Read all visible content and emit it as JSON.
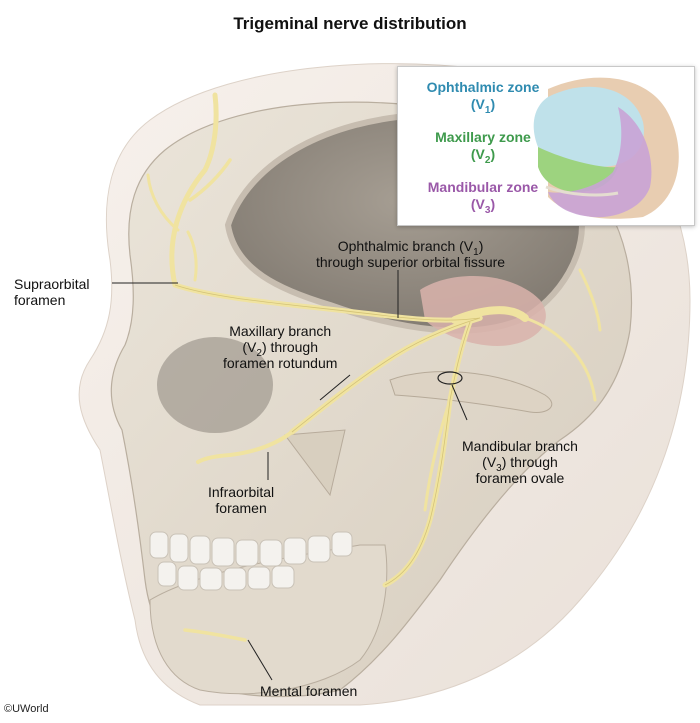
{
  "title": "Trigeminal nerve distribution",
  "colors": {
    "nerve": "#f0e3a0",
    "nerve_outline": "#c8b664",
    "bone": "#e4ddd2",
    "bone_shadow": "#c9bfb1",
    "ophthalmic": "#2f8bb0",
    "maxillary": "#3e9a4c",
    "mandibular": "#9a58a8"
  },
  "labels": {
    "supraorbital": {
      "line1": "Supraorbital",
      "line2": "foramen"
    },
    "ophthalmic_branch": {
      "line1_pre": "Ophthalmic branch (V",
      "line1_sub": "1",
      "line1_post": ")",
      "line2": "through superior orbital fissure"
    },
    "maxillary_branch": {
      "line1": "Maxillary branch",
      "line2_pre": "(V",
      "line2_sub": "2",
      "line2_post": ") through",
      "line3": "foramen rotundum"
    },
    "mandibular_branch": {
      "line1": "Mandibular branch",
      "line2_pre": "(V",
      "line2_sub": "3",
      "line2_post": ") through",
      "line3": "foramen ovale"
    },
    "infraorbital": {
      "line1": "Infraorbital",
      "line2": "foramen"
    },
    "mental": {
      "line1": "Mental foramen"
    }
  },
  "inset": {
    "zones": [
      {
        "name": "Ophthalmic zone",
        "code_pre": "(V",
        "code_sub": "1",
        "code_post": ")"
      },
      {
        "name": "Maxillary zone",
        "code_pre": "(V",
        "code_sub": "2",
        "code_post": ")"
      },
      {
        "name": "Mandibular zone",
        "code_pre": "(V",
        "code_sub": "3",
        "code_post": ")"
      }
    ]
  },
  "copyright": "©UWorld"
}
